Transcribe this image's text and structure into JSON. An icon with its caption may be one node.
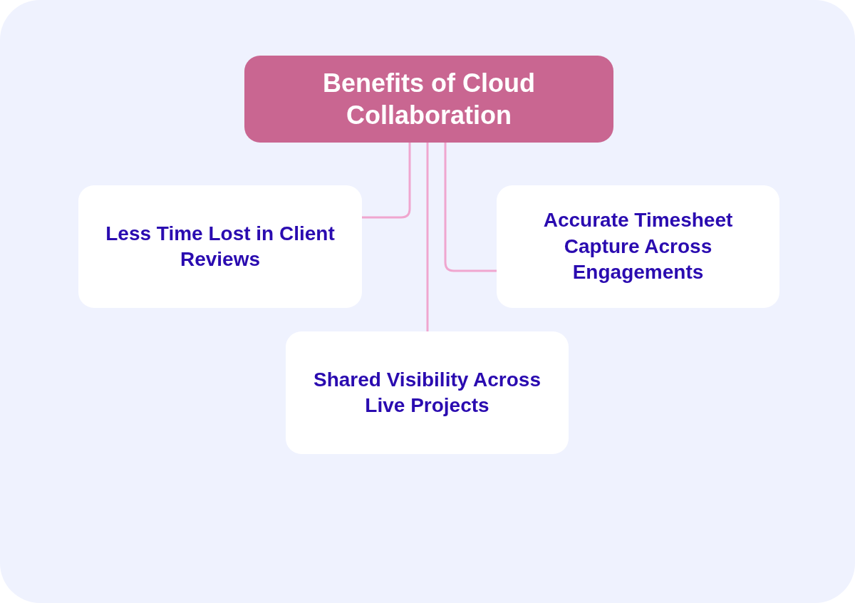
{
  "diagram": {
    "nodes": [
      {
        "text": [
          "Benefits of Cloud Collaboration"
        ]
      },
      {
        "text": [
          "Less Time Lost in Client Reviews"
        ]
      },
      {
        "text": [
          "Accurate Timesheet Capture Across Engagements"
        ]
      },
      {
        "text": [
          "Shared Visibility Across Live Projects"
        ]
      }
    ],
    "edges": [
      {
        "from": 0,
        "to": 1,
        "arrow": "none"
      },
      {
        "from": 0,
        "to": 3,
        "arrow": "none"
      },
      {
        "from": 0,
        "to": 2,
        "arrow": "none"
      }
    ]
  }
}
